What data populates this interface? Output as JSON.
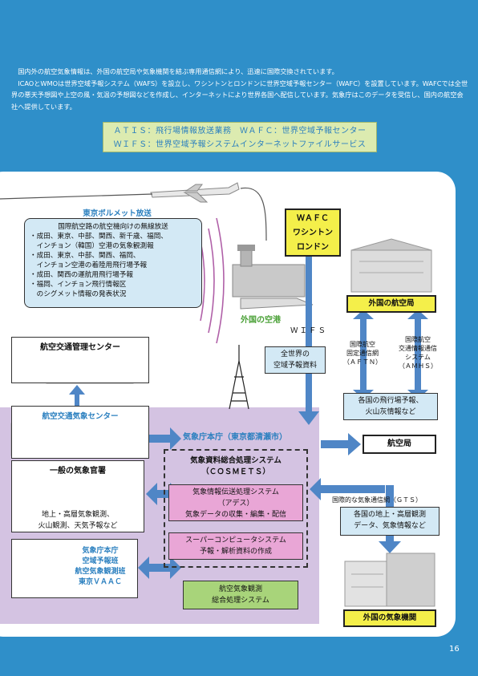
{
  "intro": {
    "line1": "国内外の航空気象情報は、外国の航空局や気象機関を結ぶ専用通信網により、迅速に国際交換されています。",
    "line2": "ICAOとWMOは世界空域予報システム（WAFS）を設立し、ワシントンとロンドンに世界空域予報センター（WAFC）を設置しています。WAFCでは全世界の悪天予想図や上空の風・気温の予想図などを作成し、インターネットにより世界各国へ配信しています。気象庁はこのデータを受信し、国内の航空会社へ提供しています。"
  },
  "legend": {
    "line1": "ＡＴＩＳ：飛行場情報放送業務　ＷＡＦＣ：世界空域予報センター",
    "line2": "ＷＩＦＳ：世界空域予報システムインターネットファイルサービス"
  },
  "volmet": {
    "title": "東京ボルメット放送",
    "subtitle": "国際航空路の航空機向けの無線放送",
    "items": [
      "・成田、東京、中部、関西、新千歳、福岡、",
      "　インチョン（韓国）空港の気象観測報",
      "・成田、東京、中部、関西、福岡、",
      "　インチョン空港の着陸用飛行場予報",
      "・成田、関西の運航用飛行場予報",
      "・福岡、インチョン飛行情報区",
      "　のシグメット情報の発表状況"
    ]
  },
  "wafc": {
    "line1": "ＷＡＦＣ",
    "line2": "ワシントン",
    "line3": "ロンドン"
  },
  "foreign_airport": "外国の空港",
  "wifs": "ＷＩＦＳ",
  "global_forecast": {
    "line1": "全世界の",
    "line2": "空域予報資料"
  },
  "foreign_aviation_bureau": "外国の航空局",
  "aftn": {
    "line1": "国際航空",
    "line2": "固定通信網",
    "line3": "（ＡＦＴＮ）"
  },
  "amhs": {
    "line1": "国際航空",
    "line2": "交通情報通信",
    "line3": "システム",
    "line4": "（ＡＭＨＳ）"
  },
  "airport_forecasts": {
    "line1": "各国の飛行場予報、",
    "line2": "火山灰情報など"
  },
  "aviation_bureau": "航空局",
  "atc_center": "航空交通管理センター",
  "atmc": "航空交通気象センター",
  "jma_hq": "気象庁本庁（東京都清瀬市）",
  "cosmets": {
    "title": "気象資料総合処理システム",
    "subtitle": "（ＣＯＳＭＥＴＳ）"
  },
  "addess": {
    "line1": "気象情報伝送処理システム",
    "line2": "（アデス）",
    "line3": "気象データの収集・編集・配信"
  },
  "supercomputer": {
    "line1": "スーパーコンピュータシステム",
    "line2": "予報・解析資料の作成"
  },
  "aviation_obs": {
    "line1": "航空気象観測",
    "line2": "総合処理システム"
  },
  "general_office": {
    "title": "一般の気象官署",
    "line1": "地上・高層気象観測、",
    "line2": "火山観測、天気予報など"
  },
  "jma_divisions": {
    "line1": "気象庁本庁",
    "line2": "空域予報班",
    "line3": "航空気象観測班",
    "line4": "東京ＶＡＡＣ"
  },
  "gts": "国際的な気象通信網（ＧＴＳ）",
  "gts_data": {
    "line1": "各国の地上・高層観測",
    "line2": "データ、気象情報など"
  },
  "foreign_met": "外国の気象機関",
  "page_number": "16",
  "colors": {
    "background": "#2f8fc9",
    "purple_zone": "#d4c3e2",
    "yellow_box": "#f4ef4a",
    "green_box": "#a8d47a",
    "pink_box": "#e9a6d6",
    "light_blue_box": "#d3e9f5",
    "arrow_blue": "#4f86c6",
    "title_blue": "#2a7fbf",
    "airport_green": "#4da23a"
  }
}
